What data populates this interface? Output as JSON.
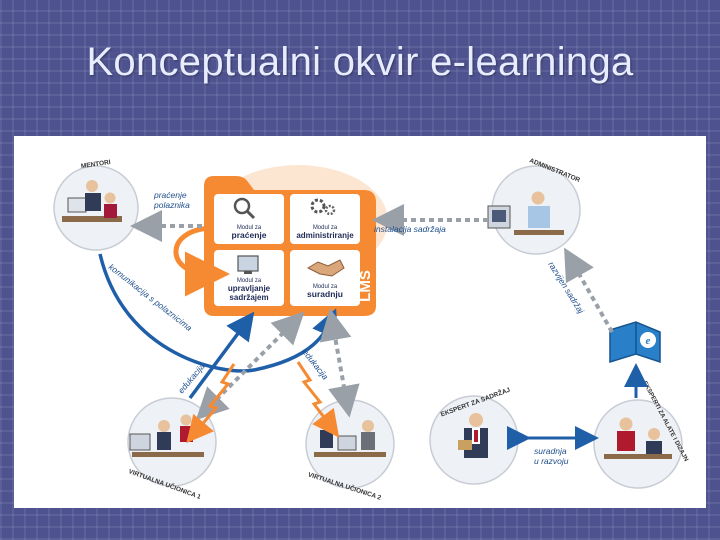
{
  "slide": {
    "title": "Konceptualni okvir e-learninga"
  },
  "lms": {
    "name": "LMS",
    "modules": [
      {
        "small": "Modul za",
        "main": "praćenje",
        "icon": "magnifier-icon"
      },
      {
        "small": "Modul za",
        "main": "administriranje",
        "icon": "gears-icon"
      },
      {
        "small": "Modul za",
        "main": "upravljanje",
        "main2": "sadržajem",
        "icon": "monitor-icon"
      },
      {
        "small": "Modul za",
        "main": "suradnju",
        "icon": "handshake-icon"
      }
    ]
  },
  "roles": {
    "mentori": "MENTORI",
    "administrator": "ADMINISTRATOR",
    "ekspert_sadrzaj": "EKSPERT ZA SADRŽAJ",
    "eksperti_alati": "EKSPERTI ZA ALATE I DIZAJN",
    "ucionica1": "VIRTUALNA UČIONICA 1",
    "ucionica2": "VIRTUALNA UČIONICA 2"
  },
  "edges": {
    "pracenje": "praćenje",
    "polaznika": "polaznika",
    "instalacija": "instalacija sadržaja",
    "razvijen": "razvijen sadržaj",
    "komunikacija": "komunikacija s polaznicima",
    "edukacija1": "edukacija",
    "edukacija2": "edukacija",
    "suradnja": "suradnja",
    "u_razvoju": "u razvoju"
  },
  "colors": {
    "lms_orange": "#f58a33",
    "arrow_blue": "#1f5fa8",
    "arrow_gray": "#9aa0a8",
    "label_blue": "#1f4f8c"
  }
}
